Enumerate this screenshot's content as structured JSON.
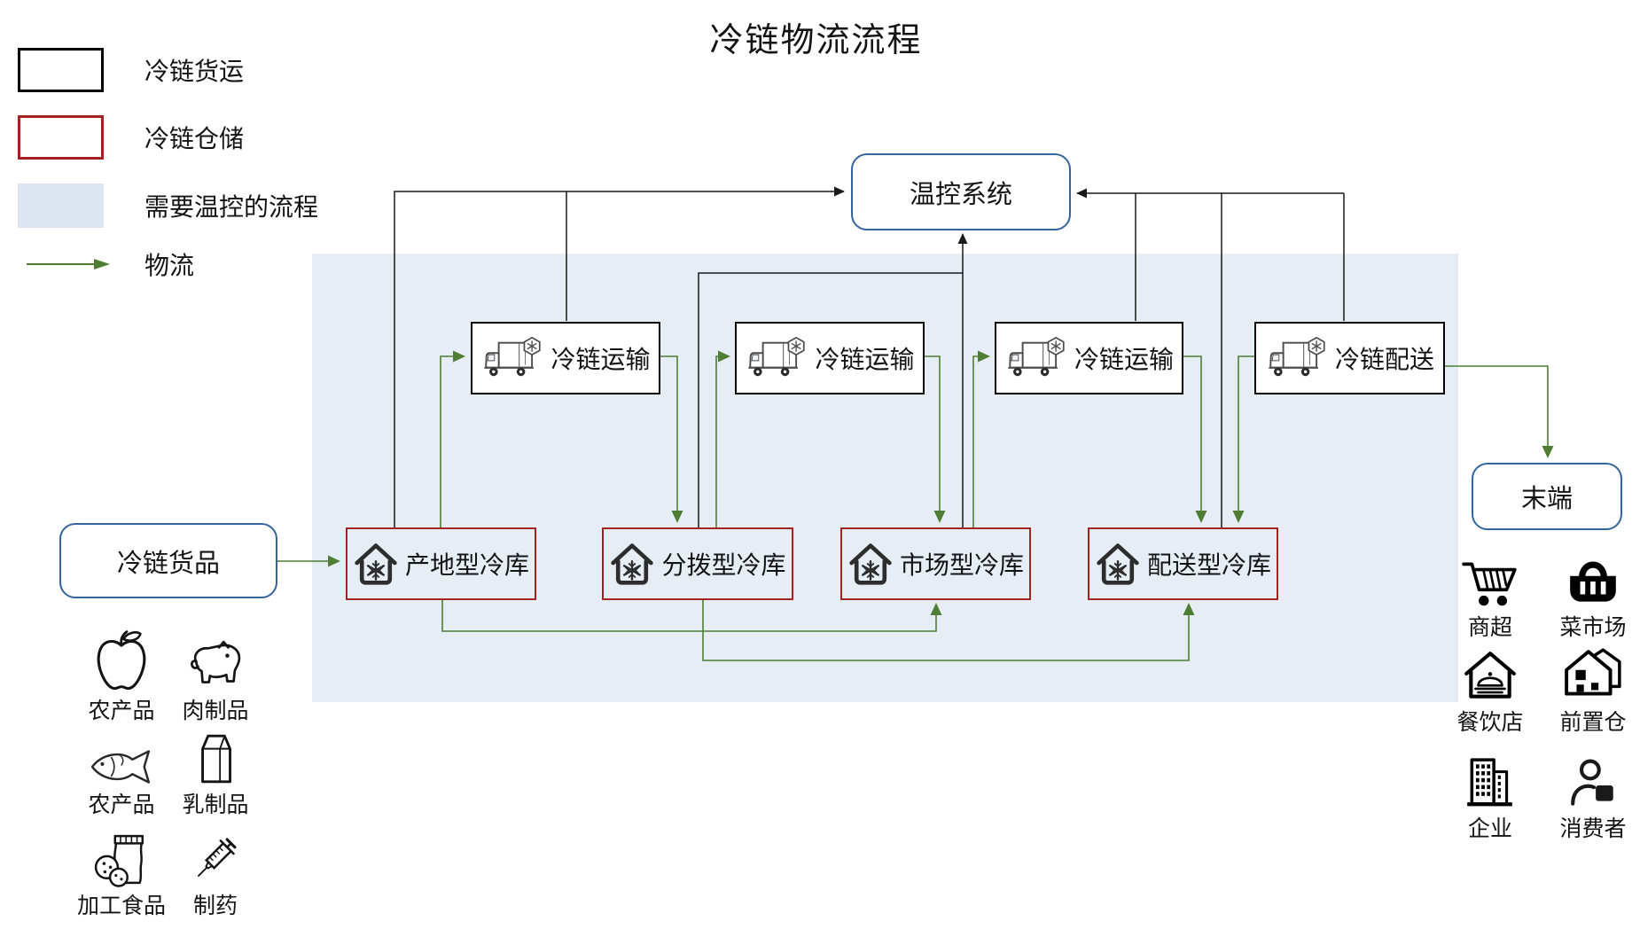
{
  "title": "冷链物流流程",
  "colors": {
    "freight_border": "#000000",
    "storage_border": "#a32222",
    "temp_region_fill": "#e6edf5",
    "logistics_green": "#4f7d33",
    "rounded_node_border": "#35639b"
  },
  "legend": [
    {
      "label": "冷链货运",
      "swatch": "black-outline-box"
    },
    {
      "label": "冷链仓储",
      "swatch": "red-outline-box"
    },
    {
      "label": "需要温控的流程",
      "swatch": "light-blue-fill-box"
    },
    {
      "label": "物流",
      "swatch": "green-arrow"
    }
  ],
  "nodes": {
    "temp_control": "温控系统",
    "goods": "冷链货品",
    "terminal": "末端",
    "transport": [
      {
        "label": "冷链运输",
        "icon": "refrigerated-truck-icon"
      },
      {
        "label": "冷链运输",
        "icon": "refrigerated-truck-icon"
      },
      {
        "label": "冷链运输",
        "icon": "refrigerated-truck-icon"
      },
      {
        "label": "冷链配送",
        "icon": "refrigerated-truck-icon"
      }
    ],
    "warehouses": [
      {
        "label": "产地型冷库",
        "icon": "cold-warehouse-icon"
      },
      {
        "label": "分拨型冷库",
        "icon": "cold-warehouse-icon"
      },
      {
        "label": "市场型冷库",
        "icon": "cold-warehouse-icon"
      },
      {
        "label": "配送型冷库",
        "icon": "cold-warehouse-icon"
      }
    ]
  },
  "goods_categories": [
    {
      "label": "农产品",
      "icon": "apple-icon"
    },
    {
      "label": "肉制品",
      "icon": "pig-icon"
    },
    {
      "label": "农产品",
      "icon": "fish-icon"
    },
    {
      "label": "乳制品",
      "icon": "milk-carton-icon"
    },
    {
      "label": "加工食品",
      "icon": "snack-cookies-icon"
    },
    {
      "label": "制药",
      "icon": "syringe-icon"
    }
  ],
  "terminal_types": [
    {
      "label": "商超",
      "icon": "shopping-cart-icon"
    },
    {
      "label": "菜市场",
      "icon": "shopping-basket-icon"
    },
    {
      "label": "餐饮店",
      "icon": "restaurant-icon"
    },
    {
      "label": "前置仓",
      "icon": "front-warehouse-icon"
    },
    {
      "label": "企业",
      "icon": "office-building-icon"
    },
    {
      "label": "消费者",
      "icon": "consumer-icon"
    }
  ]
}
